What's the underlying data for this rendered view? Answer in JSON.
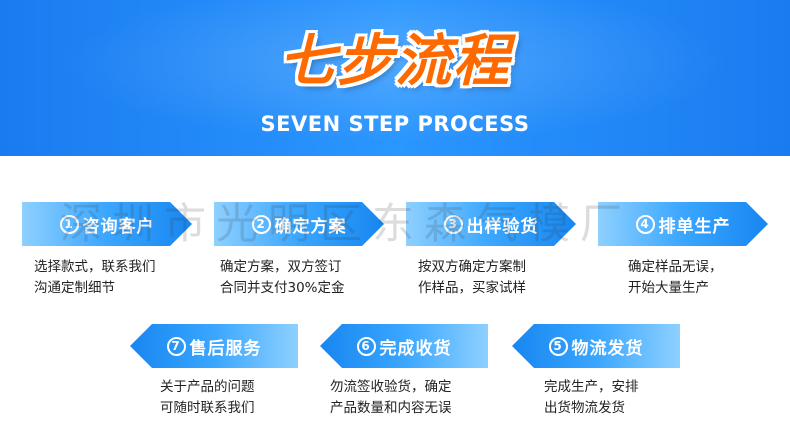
{
  "header": {
    "title_cn": "七步流程",
    "title_en": "SEVEN STEP PROCESS"
  },
  "watermark": "深圳市光明区东森气模厂",
  "steps": [
    {
      "num": "1",
      "label": "咨询客户",
      "desc": [
        "选择款式，联系我们",
        "沟通定制细节"
      ]
    },
    {
      "num": "2",
      "label": "确定方案",
      "desc": [
        "确定方案，双方签订",
        "合同并支付30%定金"
      ]
    },
    {
      "num": "3",
      "label": "出样验货",
      "desc": [
        "按双方确定方案制",
        "作样品，买家试样"
      ]
    },
    {
      "num": "4",
      "label": "排单生产",
      "desc": [
        "确定样品无误，",
        "开始大量生产"
      ]
    },
    {
      "num": "5",
      "label": "物流发货",
      "desc": [
        "完成生产，安排",
        "出货物流发货"
      ]
    },
    {
      "num": "6",
      "label": "完成收货",
      "desc": [
        "勿流签收验货，确定",
        "产品数量和内容无误"
      ]
    },
    {
      "num": "7",
      "label": "售后服务",
      "desc": [
        "关于产品的问题",
        "可随时联系我们"
      ]
    }
  ],
  "colors": {
    "banner": "#1a7bf0",
    "title_cn": "#ff6a00",
    "arrow_dark": "#1786f0",
    "arrow_light": "#8ed0ff"
  }
}
